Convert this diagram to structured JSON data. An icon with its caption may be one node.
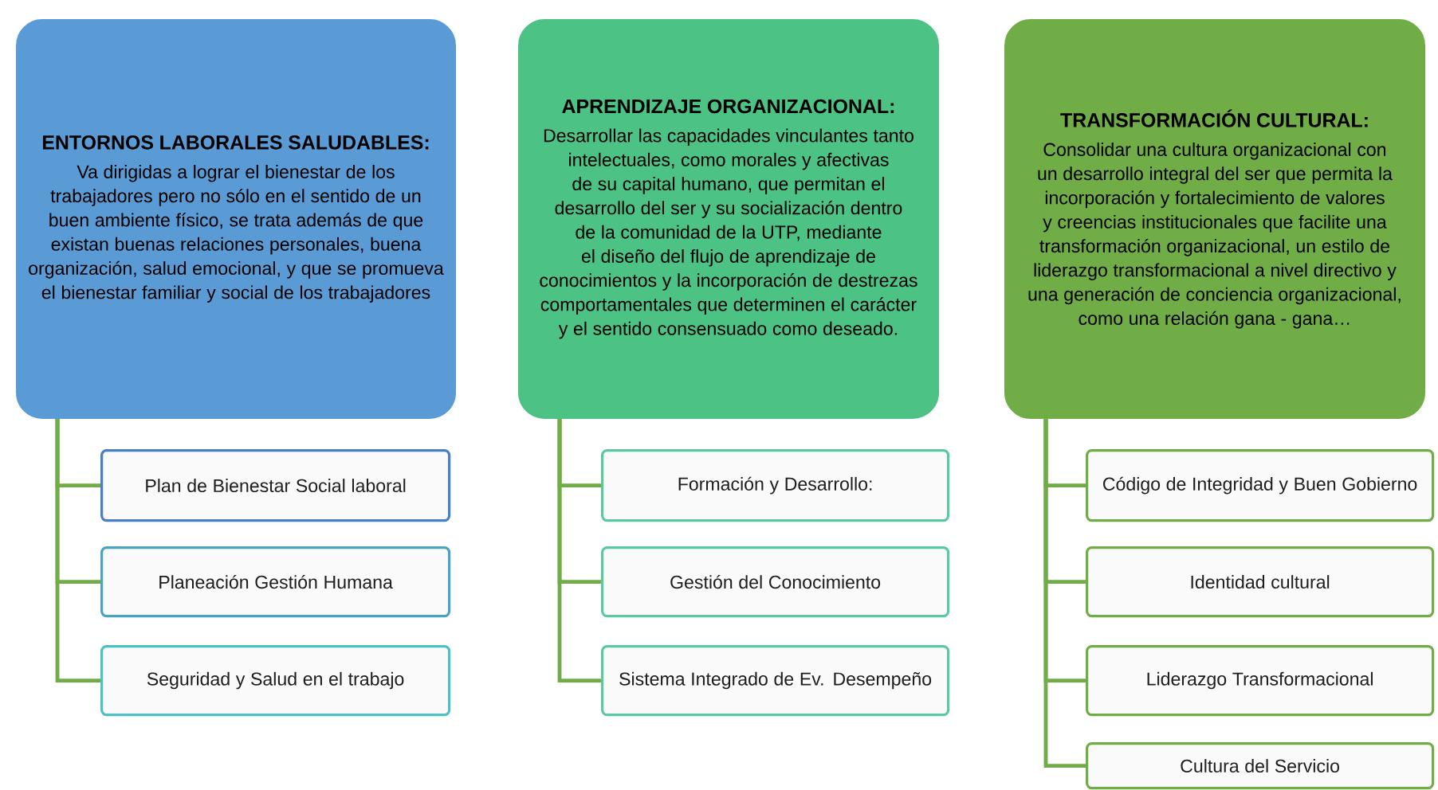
{
  "diagram": {
    "nodes": [
      {
        "text": [
          "ENTORNOS LABORALES SALUDABLES:",
          "Va dirigidas a lograr el bienestar de los trabajadores pero no sólo en el sentido de un buen ambiente físico, se trata además de que existan buenas relaciones personales, buena organización, salud emocional, y que se promueva el bienestar familiar y social de los trabajadores"
        ]
      },
      {
        "text": [
          "APRENDIZAJE ORGANIZACIONAL:",
          "Desarrollar las capacidades vinculantes tanto intelectuales, como morales y afectivas de su capital humano, que permitan el desarrollo del ser y su socialización dentro de la comunidad de la UTP, mediante el diseño del flujo de aprendizaje de conocimientos y la incorporación de destrezas comportamentales que determinen el carácter y el sentido consensuado como deseado."
        ]
      },
      {
        "text": [
          "TRANSFORMACIÓN CULTURAL:",
          "Consolidar una cultura organizacional con un desarrollo integral del ser que permita la incorporación y fortalecimiento de valores y creencias institucionales que facilite una transformación organizacional, un estilo de liderazgo transformacional a nivel directivo y una generación de conciencia organizacional, como una relación gana - gana…"
        ]
      },
      {
        "text": [
          "Plan de Bienestar Social laboral"
        ]
      },
      {
        "text": [
          "Planeación Gestión Humana"
        ]
      },
      {
        "text": [
          "Seguridad y Salud en el trabajo"
        ]
      },
      {
        "text": [
          "Formación y Desarrollo:"
        ]
      },
      {
        "text": [
          "Gestión del Conocimiento"
        ]
      },
      {
        "text": [
          "Sistema Integrado de Ev. Desempeño"
        ]
      },
      {
        "text": [
          "Código de Integridad y Buen Gobierno"
        ]
      },
      {
        "text": [
          "Identidad cultural"
        ]
      },
      {
        "text": [
          "Liderazgo Transformacional"
        ]
      },
      {
        "text": [
          "Cultura del Servicio"
        ]
      }
    ],
    "edges": [
      {
        "from": 0,
        "to": 3,
        "arrow": "none"
      },
      {
        "from": 0,
        "to": 4,
        "arrow": "none"
      },
      {
        "from": 0,
        "to": 5,
        "arrow": "none"
      },
      {
        "from": 1,
        "to": 6,
        "arrow": "none"
      },
      {
        "from": 1,
        "to": 7,
        "arrow": "none"
      },
      {
        "from": 1,
        "to": 8,
        "arrow": "none"
      },
      {
        "from": 2,
        "to": 9,
        "arrow": "none"
      },
      {
        "from": 2,
        "to": 10,
        "arrow": "none"
      },
      {
        "from": 2,
        "to": 11,
        "arrow": "none"
      },
      {
        "from": 2,
        "to": 12,
        "arrow": "none"
      }
    ]
  }
}
